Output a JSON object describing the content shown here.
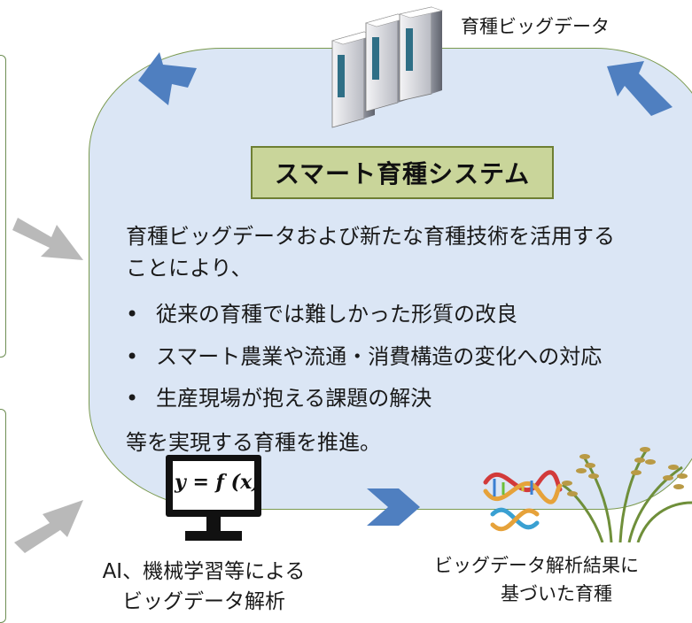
{
  "top_right_label": "育種ビッグデータ",
  "title": "スマート育種システム",
  "intro": {
    "line1": "育種ビッグデータおよび新たな育種技術を活用する",
    "line2": "ことにより、"
  },
  "bullets": [
    "従来の育種では難しかった形質の改良",
    "スマート農業や流通・消費構造の変化への対応",
    "生産現場が抱える課題の解決"
  ],
  "bullet_mark": "•",
  "closing": "等を実現する育種を推進。",
  "ai_analysis": {
    "line1": "AI、機械学習等による",
    "line2": "ビッグデータ解析",
    "formula": "y = f (x)"
  },
  "breeding": {
    "line1": "ビッグデータ解析結果に",
    "line2": "基づいた育種"
  },
  "colors": {
    "blob_fill": "#dbe6f5",
    "blob_border": "#7b9a4f",
    "title_fill": "#c9d59a",
    "arrow_blue": "#4f7fc0",
    "arrow_gray": "#b9b9b9"
  },
  "icons": [
    "server-icon",
    "monitor-icon",
    "dna-icon",
    "rice-plant-icon",
    "arrow-icon"
  ]
}
